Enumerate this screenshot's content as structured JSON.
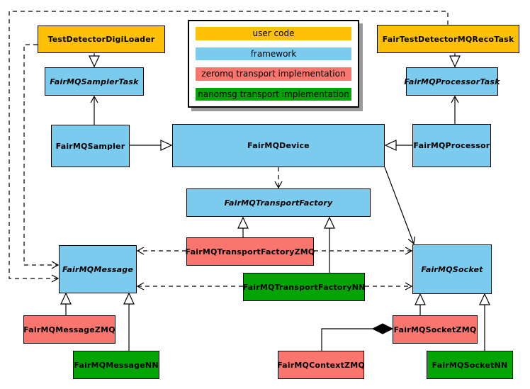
{
  "palette": {
    "user_code": "#FFC107",
    "framework": "#7BCBEF",
    "zeromq": "#F8766D",
    "nanomsg": "#04A404"
  },
  "legend": {
    "items": [
      {
        "label": "user code",
        "fill": "user_code"
      },
      {
        "label": "framework",
        "fill": "framework"
      },
      {
        "label": "zeromq transport implementation",
        "fill": "zeromq"
      },
      {
        "label": "nanomsg transport implementation",
        "fill": "nanomsg"
      }
    ]
  },
  "nodes": {
    "digiLoader": {
      "label": "TestDetectorDigiLoader",
      "category": "user code",
      "abstract": false
    },
    "recoTask": {
      "label": "FairTestDetectorMQRecoTask",
      "category": "user code",
      "abstract": false
    },
    "samplerTask": {
      "label": "FairMQSamplerTask",
      "category": "framework",
      "abstract": true
    },
    "processorTask": {
      "label": "FairMQProcessorTask",
      "category": "framework",
      "abstract": true
    },
    "sampler": {
      "label": "FairMQSampler",
      "category": "framework",
      "abstract": false
    },
    "device": {
      "label": "FairMQDevice",
      "category": "framework",
      "abstract": false
    },
    "processor": {
      "label": "FairMQProcessor",
      "category": "framework",
      "abstract": false
    },
    "transportFactory": {
      "label": "FairMQTransportFactory",
      "category": "framework",
      "abstract": true
    },
    "transportFactoryZMQ": {
      "label": "FairMQTransportFactoryZMQ",
      "category": "zeromq",
      "abstract": false
    },
    "transportFactoryNN": {
      "label": "FairMQTransportFactoryNN",
      "category": "nanomsg",
      "abstract": false
    },
    "message": {
      "label": "FairMQMessage",
      "category": "framework",
      "abstract": true
    },
    "socket": {
      "label": "FairMQSocket",
      "category": "framework",
      "abstract": true
    },
    "messageZMQ": {
      "label": "FairMQMessageZMQ",
      "category": "zeromq",
      "abstract": false
    },
    "messageNN": {
      "label": "FairMQMessageNN",
      "category": "nanomsg",
      "abstract": false
    },
    "socketZMQ": {
      "label": "FairMQSocketZMQ",
      "category": "zeromq",
      "abstract": false
    },
    "contextZMQ": {
      "label": "FairMQContextZMQ",
      "category": "zeromq",
      "abstract": false
    },
    "socketNN": {
      "label": "FairMQSocketNN",
      "category": "nanomsg",
      "abstract": false
    }
  },
  "edges": [
    {
      "from": "TestDetectorDigiLoader",
      "to": "FairMQSamplerTask",
      "relation": "generalization",
      "line": "solid",
      "head": "hollow-triangle"
    },
    {
      "from": "FairMQSampler",
      "to": "FairMQSamplerTask",
      "relation": "association",
      "line": "solid",
      "head": "open-vee"
    },
    {
      "from": "FairMQSampler",
      "to": "FairMQDevice",
      "relation": "generalization",
      "line": "solid",
      "head": "hollow-triangle"
    },
    {
      "from": "FairTestDetectorMQRecoTask",
      "to": "FairMQProcessorTask",
      "relation": "generalization",
      "line": "solid",
      "head": "hollow-triangle"
    },
    {
      "from": "FairMQProcessor",
      "to": "FairMQProcessorTask",
      "relation": "association",
      "line": "solid",
      "head": "open-vee"
    },
    {
      "from": "FairMQProcessor",
      "to": "FairMQDevice",
      "relation": "generalization",
      "line": "solid",
      "head": "hollow-triangle"
    },
    {
      "from": "FairMQDevice",
      "to": "FairMQTransportFactory",
      "relation": "dependency",
      "line": "dashed",
      "head": "open-vee"
    },
    {
      "from": "FairMQDevice",
      "to": "FairMQSocket",
      "relation": "association",
      "line": "solid",
      "head": "open-vee"
    },
    {
      "from": "FairMQTransportFactoryZMQ",
      "to": "FairMQTransportFactory",
      "relation": "generalization",
      "line": "solid",
      "head": "hollow-triangle"
    },
    {
      "from": "FairMQTransportFactoryNN",
      "to": "FairMQTransportFactory",
      "relation": "generalization",
      "line": "solid",
      "head": "hollow-triangle"
    },
    {
      "from": "FairMQTransportFactoryZMQ",
      "to": "FairMQMessage",
      "relation": "dependency",
      "line": "dashed",
      "head": "open-vee"
    },
    {
      "from": "FairMQTransportFactoryZMQ",
      "to": "FairMQSocket",
      "relation": "dependency",
      "line": "dashed",
      "head": "open-vee"
    },
    {
      "from": "FairMQTransportFactoryNN",
      "to": "FairMQMessage",
      "relation": "dependency",
      "line": "dashed",
      "head": "open-vee"
    },
    {
      "from": "FairMQTransportFactoryNN",
      "to": "FairMQSocket",
      "relation": "dependency",
      "line": "dashed",
      "head": "open-vee"
    },
    {
      "from": "TestDetectorDigiLoader",
      "to": "FairMQMessage",
      "relation": "dependency",
      "line": "dashed",
      "head": "open-vee"
    },
    {
      "from": "FairTestDetectorMQRecoTask",
      "to": "FairMQMessage",
      "relation": "dependency",
      "line": "dashed",
      "head": "open-vee"
    },
    {
      "from": "FairMQMessageZMQ",
      "to": "FairMQMessage",
      "relation": "generalization",
      "line": "solid",
      "head": "hollow-triangle"
    },
    {
      "from": "FairMQMessageNN",
      "to": "FairMQMessage",
      "relation": "generalization",
      "line": "solid",
      "head": "hollow-triangle"
    },
    {
      "from": "FairMQSocketZMQ",
      "to": "FairMQSocket",
      "relation": "generalization",
      "line": "solid",
      "head": "hollow-triangle"
    },
    {
      "from": "FairMQSocketNN",
      "to": "FairMQSocket",
      "relation": "generalization",
      "line": "solid",
      "head": "hollow-triangle"
    },
    {
      "from": "FairMQContextZMQ",
      "to": "FairMQSocketZMQ",
      "relation": "composition",
      "line": "solid",
      "head": "filled-diamond"
    }
  ]
}
